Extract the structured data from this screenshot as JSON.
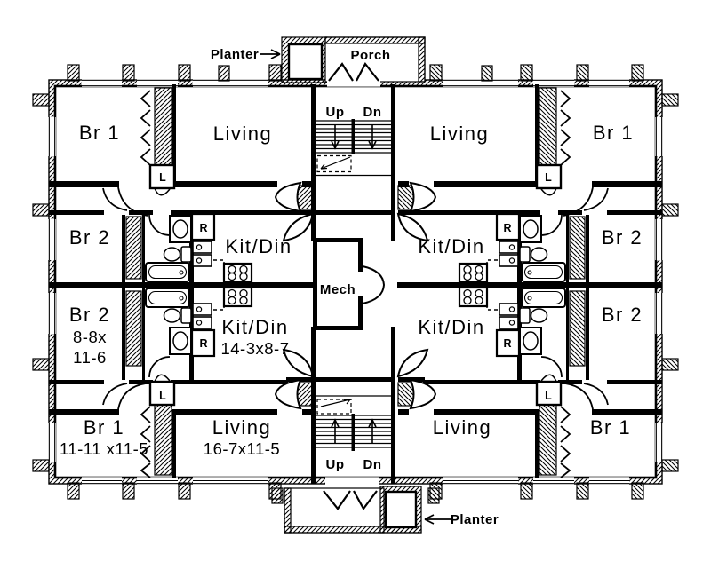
{
  "colors": {
    "line": "#000000",
    "background": "#ffffff"
  },
  "exterior": {
    "planter_top": "Planter",
    "porch": "Porch",
    "planter_bottom": "Planter"
  },
  "core": {
    "stairs_top": {
      "up": "Up",
      "dn": "Dn"
    },
    "stairs_bottom": {
      "up": "Up",
      "dn": "Dn"
    },
    "mech": "Mech"
  },
  "units": {
    "upper_left": {
      "br1": "Br 1",
      "living": "Living",
      "br2": "Br 2",
      "kitdin": "Kit/Din",
      "linen": "L",
      "fridge": "R"
    },
    "upper_right": {
      "br1": "Br 1",
      "living": "Living",
      "br2": "Br 2",
      "kitdin": "Kit/Din",
      "linen": "L",
      "fridge": "R"
    },
    "lower_left": {
      "br2": "Br 2",
      "br2_dim1": "8-8x",
      "br2_dim2": "11-6",
      "kitdin": "Kit/Din",
      "kitdin_dim": "14-3x8-7",
      "br1": "Br 1",
      "br1_dim": "11-11 x11-5",
      "living": "Living",
      "living_dim": "16-7x11-5",
      "linen": "L",
      "fridge": "R"
    },
    "lower_right": {
      "br2": "Br 2",
      "kitdin": "Kit/Din",
      "br1": "Br 1",
      "living": "Living",
      "linen": "L",
      "fridge": "R"
    }
  }
}
